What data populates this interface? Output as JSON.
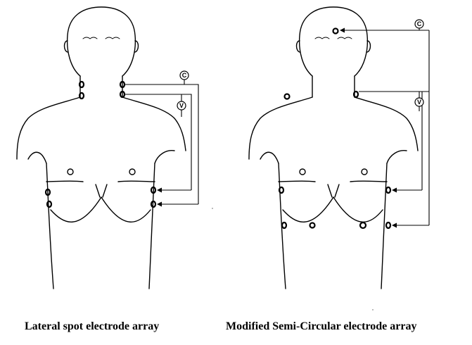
{
  "panels": [
    {
      "caption": "Lateral spot electrode array",
      "current_source_label": "C",
      "voltage_meter_label": "V"
    },
    {
      "caption": "Modified Semi-Circular electrode array",
      "current_source_label": "C",
      "voltage_meter_label": "V"
    }
  ]
}
